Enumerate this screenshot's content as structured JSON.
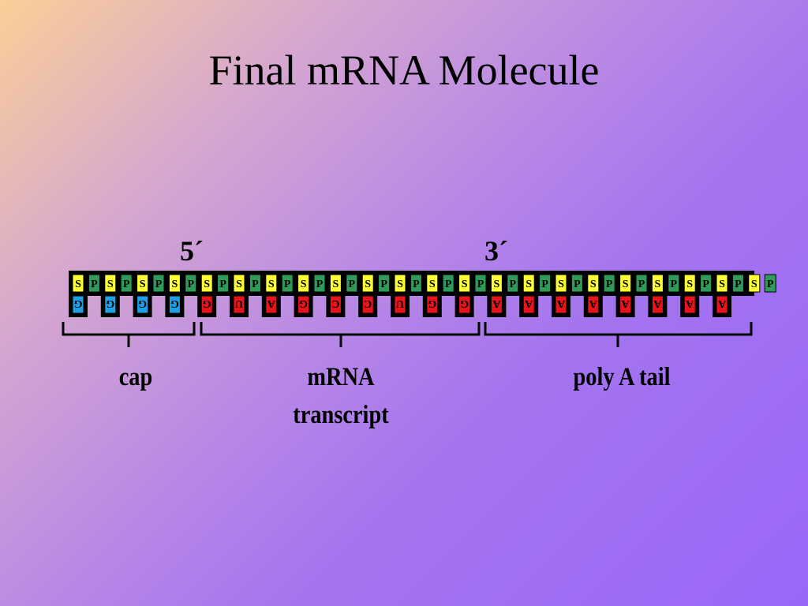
{
  "slide": {
    "title": "Final mRNA Molecule",
    "five_prime_label": "5´",
    "three_prime_label": "3´"
  },
  "diagram": {
    "backbone": [
      "S",
      "P",
      "S",
      "P",
      "S",
      "P",
      "S",
      "P",
      "S",
      "P",
      "S",
      "P",
      "S",
      "P",
      "S",
      "P",
      "S",
      "P",
      "S",
      "P",
      "S",
      "P",
      "S",
      "P",
      "S",
      "P",
      "S",
      "P",
      "S",
      "P",
      "S",
      "P",
      "S",
      "P",
      "S",
      "P",
      "S",
      "P",
      "S",
      "P",
      "S",
      "P",
      "S",
      "P"
    ],
    "bases": [
      {
        "base": "G",
        "region": "cap"
      },
      {
        "base": "G",
        "region": "cap"
      },
      {
        "base": "G",
        "region": "cap"
      },
      {
        "base": "G",
        "region": "cap"
      },
      {
        "base": "G",
        "region": "transcript"
      },
      {
        "base": "U",
        "region": "transcript"
      },
      {
        "base": "A",
        "region": "transcript"
      },
      {
        "base": "G",
        "region": "transcript"
      },
      {
        "base": "C",
        "region": "transcript"
      },
      {
        "base": "C",
        "region": "transcript"
      },
      {
        "base": "U",
        "region": "transcript"
      },
      {
        "base": "G",
        "region": "transcript"
      },
      {
        "base": "G",
        "region": "transcript"
      },
      {
        "base": "A",
        "region": "tail"
      },
      {
        "base": "A",
        "region": "tail"
      },
      {
        "base": "A",
        "region": "tail"
      },
      {
        "base": "A",
        "region": "tail"
      },
      {
        "base": "A",
        "region": "tail"
      },
      {
        "base": "A",
        "region": "tail"
      },
      {
        "base": "A",
        "region": "tail"
      },
      {
        "base": "A",
        "region": "tail"
      }
    ],
    "regions": {
      "cap": {
        "label": "cap"
      },
      "transcript": {
        "label_line1": "mRNA",
        "label_line2": "transcript"
      },
      "tail": {
        "label": "poly A tail"
      }
    },
    "colors": {
      "sugar": "#ffff33",
      "phosphate": "#2f9a5a",
      "cap_base": "#1ea0e6",
      "base": "#e8141c",
      "outline": "#000000"
    }
  }
}
